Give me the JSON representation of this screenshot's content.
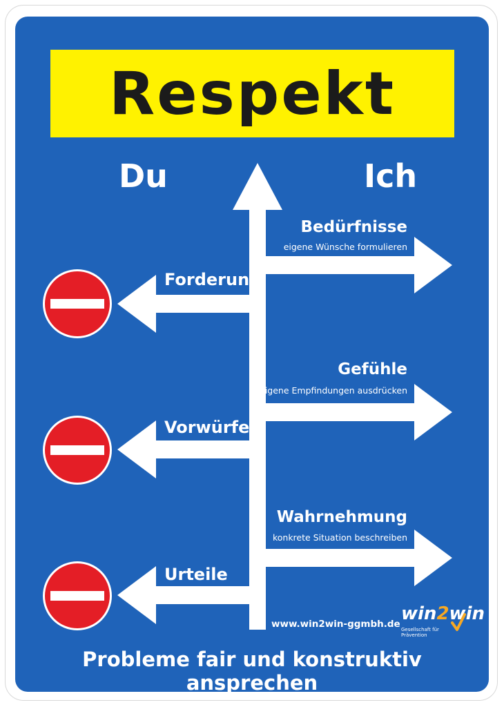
{
  "title": "Respekt",
  "left_heading": "Du",
  "right_heading": "Ich",
  "left_items": [
    {
      "label": "Forderung"
    },
    {
      "label": "Vorwürfe"
    },
    {
      "label": "Urteile"
    }
  ],
  "right_items": [
    {
      "label": "Bedürfnisse",
      "sub": "eigene Wünsche formulieren"
    },
    {
      "label": "Gefühle",
      "sub": "eigene Empfindungen ausdrücken"
    },
    {
      "label": "Wahrnehmung",
      "sub": "konkrete Situation beschreiben"
    }
  ],
  "website": "www.win2win-ggmbh.de",
  "logo": {
    "word_a": "win",
    "word_b": "2",
    "word_c": "win",
    "tagline": "Gesellschaft für Prävention"
  },
  "bottom_text": "Probleme fair und konstruktiv ansprechen",
  "colors": {
    "panel": "#1f63b9",
    "title_box": "#fff200",
    "no_entry": "#e41e26",
    "arrow": "#ffffff"
  },
  "icons": [
    "no-entry-sign-icon",
    "arrow-up-icon",
    "arrow-left-icon",
    "arrow-right-icon",
    "checkmark-icon"
  ]
}
